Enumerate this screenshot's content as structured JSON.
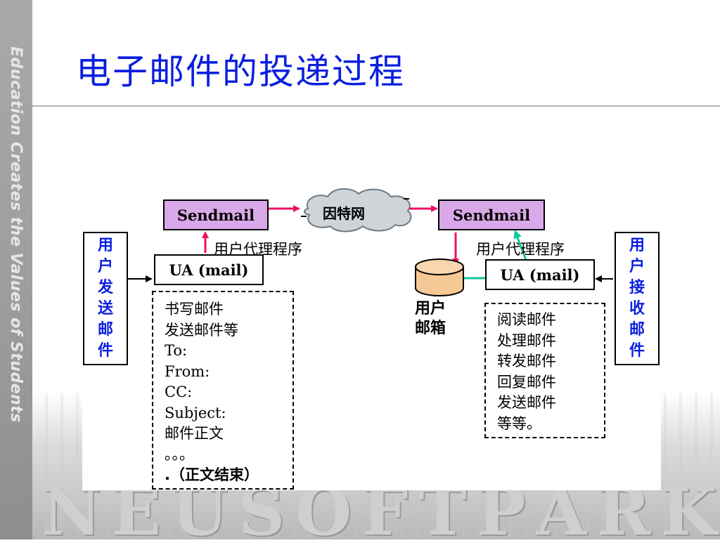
{
  "slide": {
    "title": "电子邮件的投递过程",
    "sidebar_text": "Education Creates the Values of Students",
    "background_letters": [
      "N",
      "E",
      "U",
      "S",
      "O",
      "F",
      "T",
      "P",
      "A",
      "R",
      "K"
    ]
  },
  "diagram": {
    "sender": {
      "label_chars": [
        "用",
        "户",
        "发",
        "送",
        "邮",
        "件"
      ],
      "ua_box": "UA (mail)",
      "ua_caption": "用户代理程序",
      "sendmail": "Sendmail",
      "compose_lines": [
        "书写邮件",
        "发送邮件等",
        "To:",
        "From:",
        "CC:",
        "Subject:",
        "邮件正文",
        "。。。",
        ".（正文结束）"
      ]
    },
    "internet": "因特网",
    "receiver": {
      "label_chars": [
        "用",
        "户",
        "接",
        "收",
        "邮",
        "件"
      ],
      "ua_box": "UA (mail)",
      "ua_caption": "用户代理程序",
      "sendmail": "Sendmail",
      "mailbox_lines": [
        "用户",
        "邮箱"
      ],
      "action_lines": [
        "阅读邮件",
        "处理邮件",
        "转发邮件",
        "回复邮件",
        "发送邮件",
        "等等。"
      ]
    },
    "colors": {
      "sendmail_fill": "#d9a8e8",
      "arrow_pink": "#ee1166",
      "arrow_teal": "#11c79a",
      "mailbox_fill": "#f6c896",
      "label_blue": "#0b1fe0",
      "cloud_fill": "#cfd4d8"
    }
  }
}
